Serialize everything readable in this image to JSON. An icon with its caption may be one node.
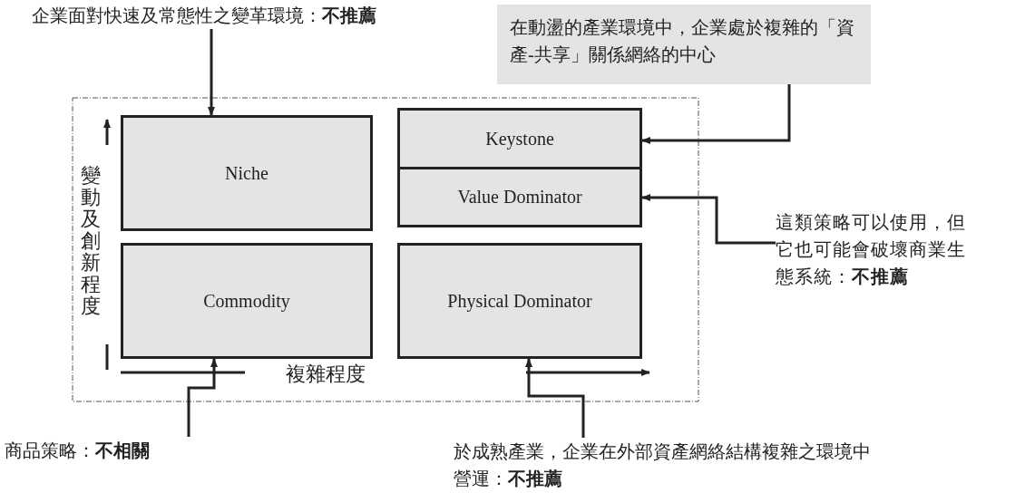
{
  "diagram": {
    "nodes": [
      {
        "text": [
          "Niche"
        ]
      },
      {
        "text": [
          "Keystone"
        ]
      },
      {
        "text": [
          "Value Dominator"
        ]
      },
      {
        "text": [
          "Commodity"
        ]
      },
      {
        "text": [
          "Physical Dominator"
        ]
      },
      {
        "text": [
          "企業面對快速及常態性之變革環境：**不推薦**"
        ]
      },
      {
        "text": [
          "在動盪的產業環境中，企業處於複雜的「資產-共享」關係網絡的中心"
        ]
      },
      {
        "text": [
          "這類策略可以使用，但它也可能會破壞商業生態系統：**不推薦**"
        ]
      },
      {
        "text": [
          "商品策略：**不相關**"
        ]
      },
      {
        "text": [
          "於成熟產業，企業在外部資產網絡結構複雜之環境中營運：**不推薦**"
        ]
      }
    ],
    "edges": [
      {
        "from": 5,
        "to": 0,
        "arrow": "to"
      },
      {
        "from": 6,
        "to": 1,
        "arrow": "to"
      },
      {
        "from": 7,
        "to": 2,
        "arrow": "to"
      },
      {
        "from": 8,
        "to": 3,
        "arrow": "to"
      },
      {
        "from": 9,
        "to": 4,
        "arrow": "to"
      }
    ],
    "labels": [
      "變動及創新程度",
      "複雜程度"
    ]
  }
}
